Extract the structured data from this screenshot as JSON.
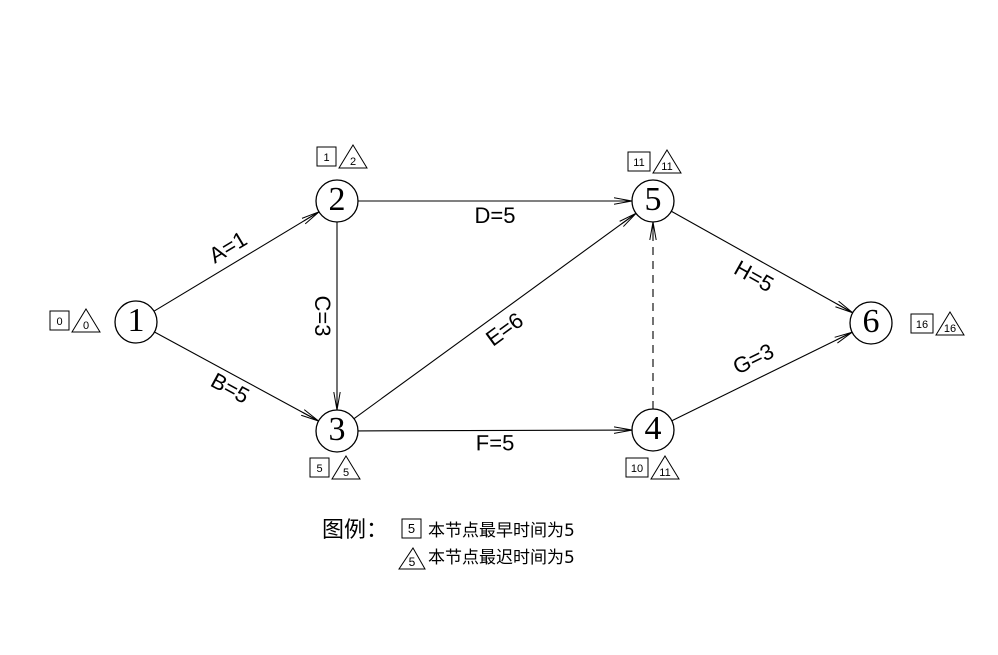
{
  "nodes": [
    {
      "id": "1",
      "early": "0",
      "late": "0"
    },
    {
      "id": "2",
      "early": "1",
      "late": "2"
    },
    {
      "id": "3",
      "early": "5",
      "late": "5"
    },
    {
      "id": "4",
      "early": "10",
      "late": "11"
    },
    {
      "id": "5",
      "early": "11",
      "late": "11"
    },
    {
      "id": "6",
      "early": "16",
      "late": "16"
    }
  ],
  "edges": [
    {
      "from": "1",
      "to": "2",
      "label": "A=1",
      "dashed": false
    },
    {
      "from": "1",
      "to": "3",
      "label": "B=5",
      "dashed": false
    },
    {
      "from": "2",
      "to": "3",
      "label": "C=3",
      "dashed": false
    },
    {
      "from": "2",
      "to": "5",
      "label": "D=5",
      "dashed": false
    },
    {
      "from": "3",
      "to": "5",
      "label": "E=6",
      "dashed": false
    },
    {
      "from": "3",
      "to": "4",
      "label": "F=5",
      "dashed": false
    },
    {
      "from": "4",
      "to": "6",
      "label": "G=3",
      "dashed": false
    },
    {
      "from": "5",
      "to": "6",
      "label": "H=5",
      "dashed": false
    },
    {
      "from": "4",
      "to": "5",
      "label": "",
      "dashed": true
    }
  ],
  "legend": {
    "title": "图例：",
    "early_sample": "5",
    "early_text": "本节点最早时间为5",
    "late_sample": "5",
    "late_text": "本节点最迟时间为5"
  }
}
